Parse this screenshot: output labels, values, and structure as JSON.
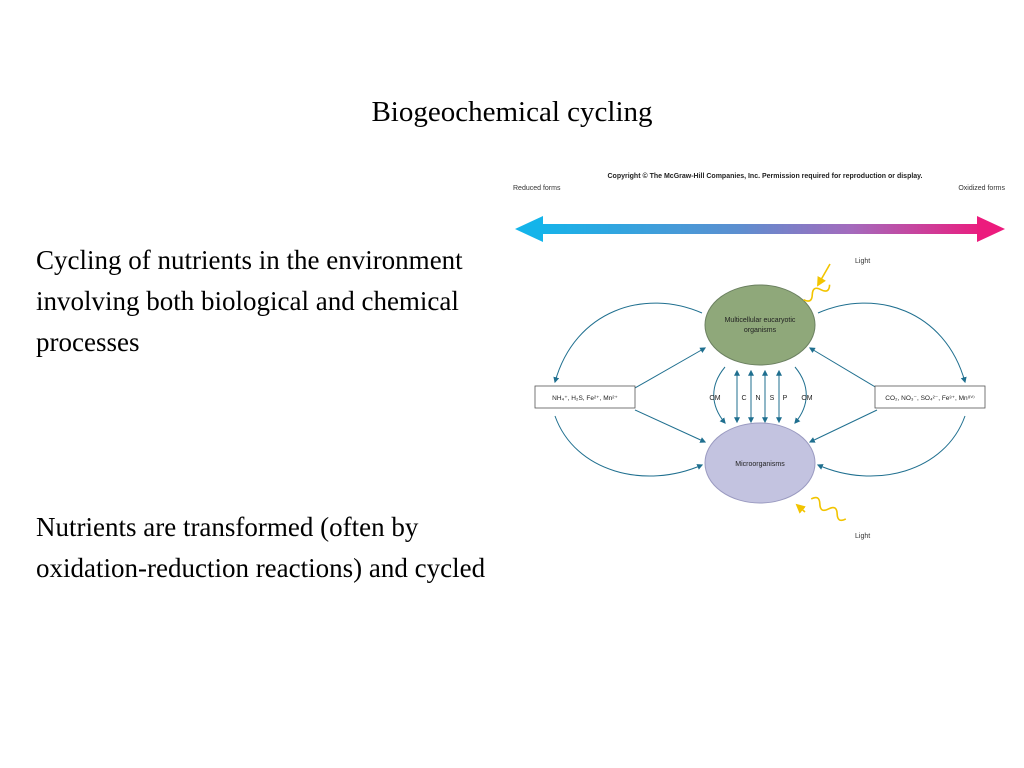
{
  "slide": {
    "title": "Biogeochemical cycling",
    "bullets": [
      "Cycling of nutrients in the environment involving both biological and chemical processes",
      "Nutrients are transformed (often by oxidation-reduction reactions) and cycled"
    ]
  },
  "figure": {
    "copyright": "Copyright © The McGraw-Hill Companies, Inc. Permission required for reproduction or display.",
    "reduced_label": "Reduced forms",
    "oxidized_label": "Oxidized forms",
    "top_node": "Multicellular eucaryotic organisms",
    "bottom_node": "Microorganisms",
    "light_top": "Light",
    "light_bottom": "Light",
    "left_box": "NH₄⁺, H₂S, Fe²⁺, Mn²⁺",
    "right_box": "CO₂, NO₃⁻, SO₄²⁻, Fe³⁺, Mn⁽ᴵⱽ⁾",
    "center_labels": {
      "om_left": "OM",
      "c": "C",
      "n": "N",
      "s": "S",
      "p": "P",
      "om_right": "OM"
    },
    "colors": {
      "gradient_reduced": "#1ea9e1",
      "gradient_oxidized": "#e8157f",
      "top_node_fill": "#8fa87a",
      "bottom_node_fill": "#c3c3e0",
      "arrow": "#1f6f8f",
      "light": "#f2c400"
    }
  }
}
